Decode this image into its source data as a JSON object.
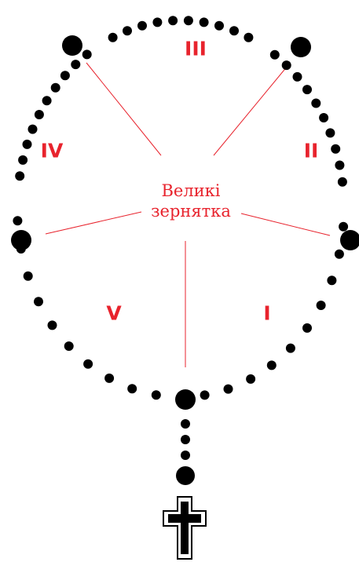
{
  "decade_labels": {
    "i": "I",
    "ii": "II",
    "iii": "III",
    "iv": "IV",
    "v": "V"
  },
  "center_label": {
    "line1": "Великі",
    "line2": "зернятка"
  },
  "colors": {
    "beads": "#000000",
    "lines": "#e8232d",
    "labels": "#e8232d",
    "cross": "#000000",
    "background": "#ffffff"
  }
}
